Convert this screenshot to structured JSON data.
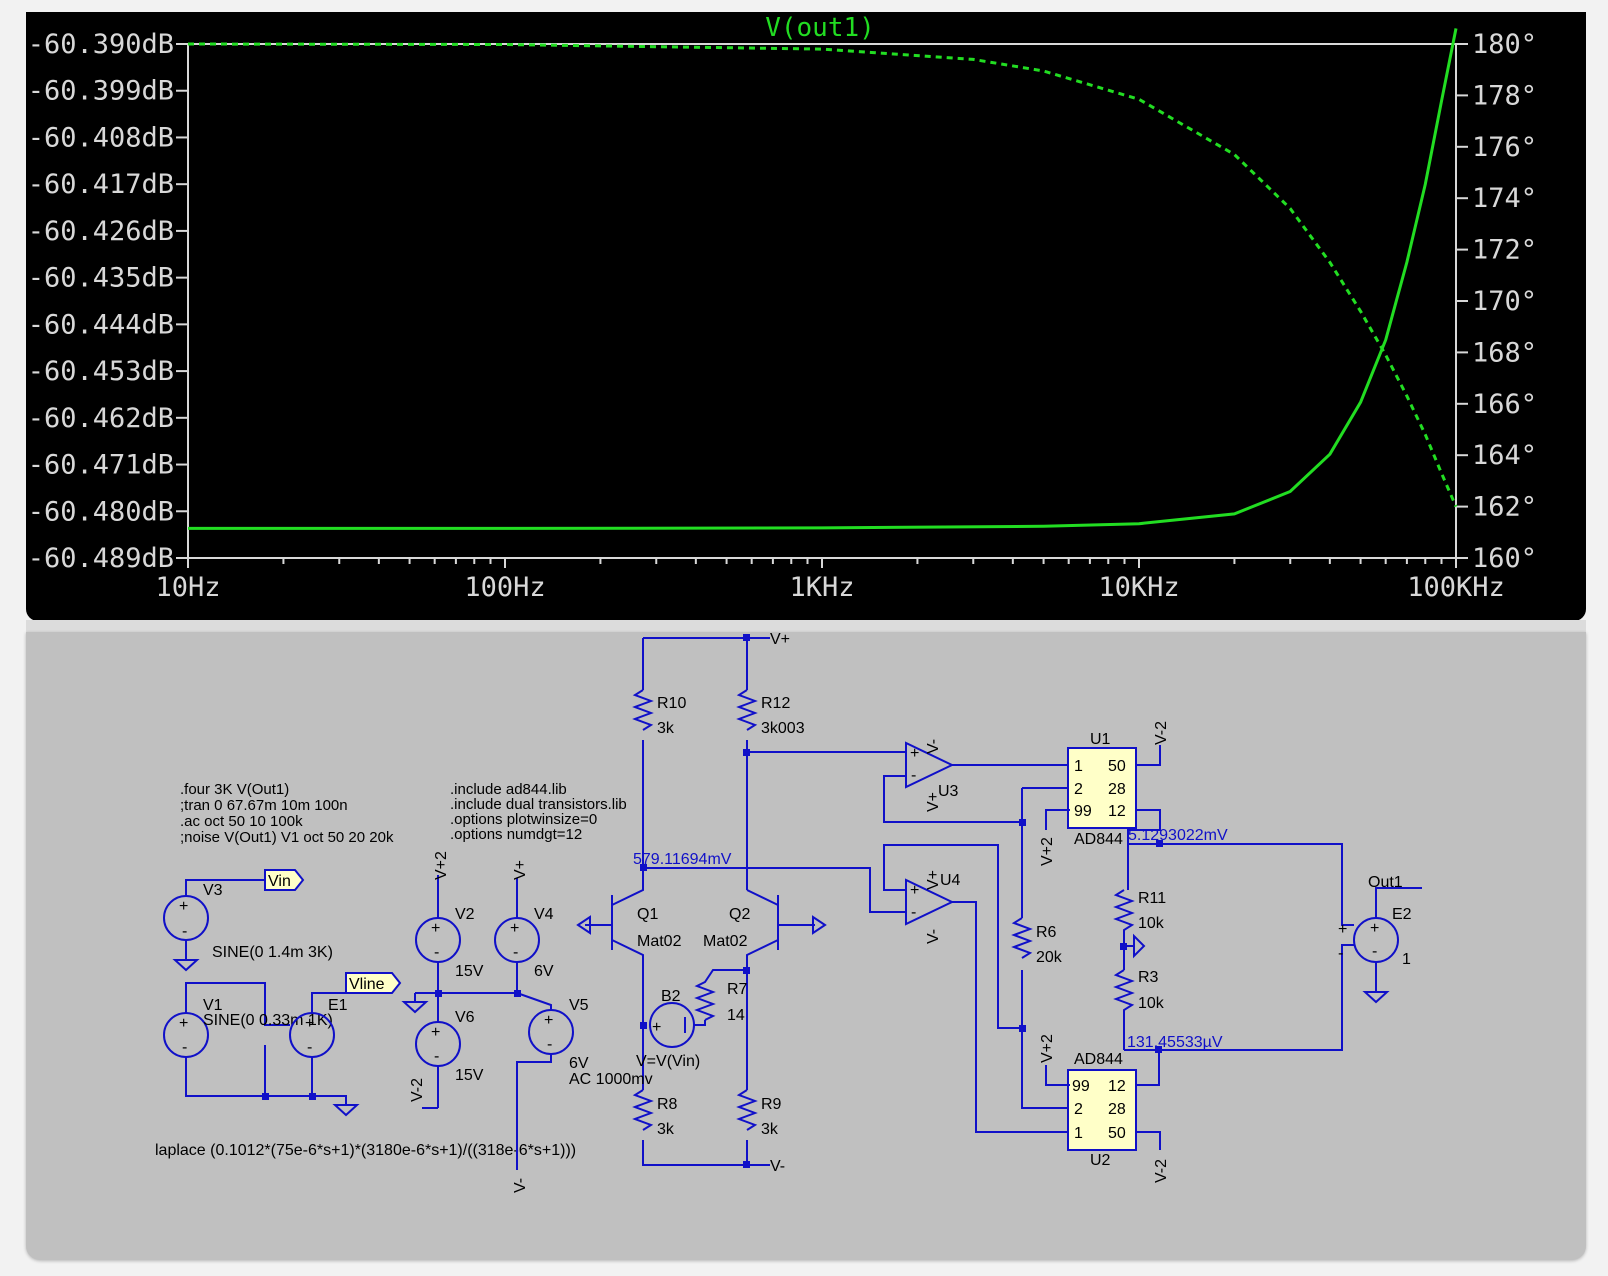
{
  "plot": {
    "title": "V(out1)",
    "left_ticks": [
      "-60.390dB",
      "-60.399dB",
      "-60.408dB",
      "-60.417dB",
      "-60.426dB",
      "-60.435dB",
      "-60.444dB",
      "-60.453dB",
      "-60.462dB",
      "-60.471dB",
      "-60.480dB",
      "-60.489dB"
    ],
    "right_ticks": [
      "180°",
      "178°",
      "176°",
      "174°",
      "172°",
      "170°",
      "168°",
      "166°",
      "164°",
      "162°",
      "160°"
    ],
    "x_ticks": [
      "10Hz",
      "100Hz",
      "1KHz",
      "10KHz",
      "100KHz"
    ],
    "colors": {
      "trace": "#22dd22",
      "background": "#000000",
      "axis": "#d8d8d8"
    }
  },
  "chart_data": {
    "type": "line",
    "title": "V(out1)",
    "xlabel": "",
    "ylabel": "",
    "x_scale": "log",
    "xlim": [
      10,
      100000
    ],
    "ylim_left_db": [
      -60.489,
      -60.39
    ],
    "ylim_right_deg": [
      160,
      180
    ],
    "grid": false,
    "series": [
      {
        "axis": "left",
        "style": "solid",
        "x": [
          10,
          100,
          1000,
          5000,
          10000,
          20000,
          30000,
          40000,
          50000,
          60000,
          70000,
          80000,
          90000,
          100000
        ],
        "y": [
          -60.4833,
          -60.4833,
          -60.4832,
          -60.4829,
          -60.4824,
          -60.4805,
          -60.4762,
          -60.469,
          -60.459,
          -60.447,
          -60.432,
          -60.417,
          -60.401,
          -60.387
        ]
      },
      {
        "axis": "right",
        "style": "dashed",
        "x": [
          10,
          100,
          1000,
          3000,
          5000,
          10000,
          20000,
          30000,
          40000,
          50000,
          60000,
          70000,
          80000,
          90000,
          100000
        ],
        "y": [
          180.0,
          179.98,
          179.8,
          179.4,
          178.95,
          177.85,
          175.7,
          173.6,
          171.5,
          169.6,
          167.9,
          166.3,
          164.8,
          163.3,
          162.0
        ]
      }
    ]
  },
  "schematic": {
    "directives_left": [
      ".four 3K V(Out1)",
      ";tran 0 67.67m 10m 100n",
      ".ac oct 50 10 100k",
      ";noise V(Out1) V1 oct 50 20 20k"
    ],
    "directives_mid": [
      ".include ad844.lib",
      ".include dual transistors.lib",
      ".options plotwinsize=0",
      ".options numdgt=12"
    ],
    "laplace": "laplace (0.1012*(75e-6*s+1)*(3180e-6*s+1)/((318e-6*s+1)))",
    "labels": {
      "R10": "R10",
      "R10_val": "3k",
      "R12": "R12",
      "R12_val": "3k003",
      "R8": "R8",
      "R8_val": "3k",
      "R9": "R9",
      "R9_val": "3k",
      "R7": "R7",
      "R7_val": "14",
      "R6": "R6",
      "R6_val": "20k",
      "R11": "R11",
      "R11_val": "10k",
      "R3": "R3",
      "R3_val": "10k",
      "Q1": "Q1",
      "Q1_model": "Mat02",
      "Q2": "Q2",
      "Q2_model": "Mat02",
      "B2": "B2",
      "B2_expr": "V=V(Vin)",
      "V1": "V1",
      "V1_val": "SINE(0 0.33m 1K)",
      "V2": "V2",
      "V2_val": "15V",
      "V3": "V3",
      "V3_val": "SINE(0 1.4m 3K)",
      "V4": "V4",
      "V4_val": "6V",
      "V5": "V5",
      "V5_val": "6V",
      "V5_ac": "AC 1000mv",
      "V6": "V6",
      "V6_val": "15V",
      "E1": "E1",
      "E2": "E2",
      "E2_gain": "1",
      "U1": "U1",
      "U2": "U2",
      "U3": "U3",
      "U4": "U4",
      "AD844_1": "AD844",
      "AD844_2": "AD844",
      "Vin": "Vin",
      "Vline": "Vline",
      "Out1": "Out1",
      "vplus": "V+",
      "vminus": "V-",
      "vplus2": "V+2",
      "vminus2": "V-2",
      "pin1": "1",
      "pin2": "2",
      "pin99": "99",
      "pin50": "50",
      "pin28": "28",
      "pin12": "12",
      "plus": "+",
      "minus": "-"
    },
    "probes": {
      "node1": "579.11694mV",
      "node2": "5.1293022mV",
      "node3": "131.45533µV"
    }
  }
}
